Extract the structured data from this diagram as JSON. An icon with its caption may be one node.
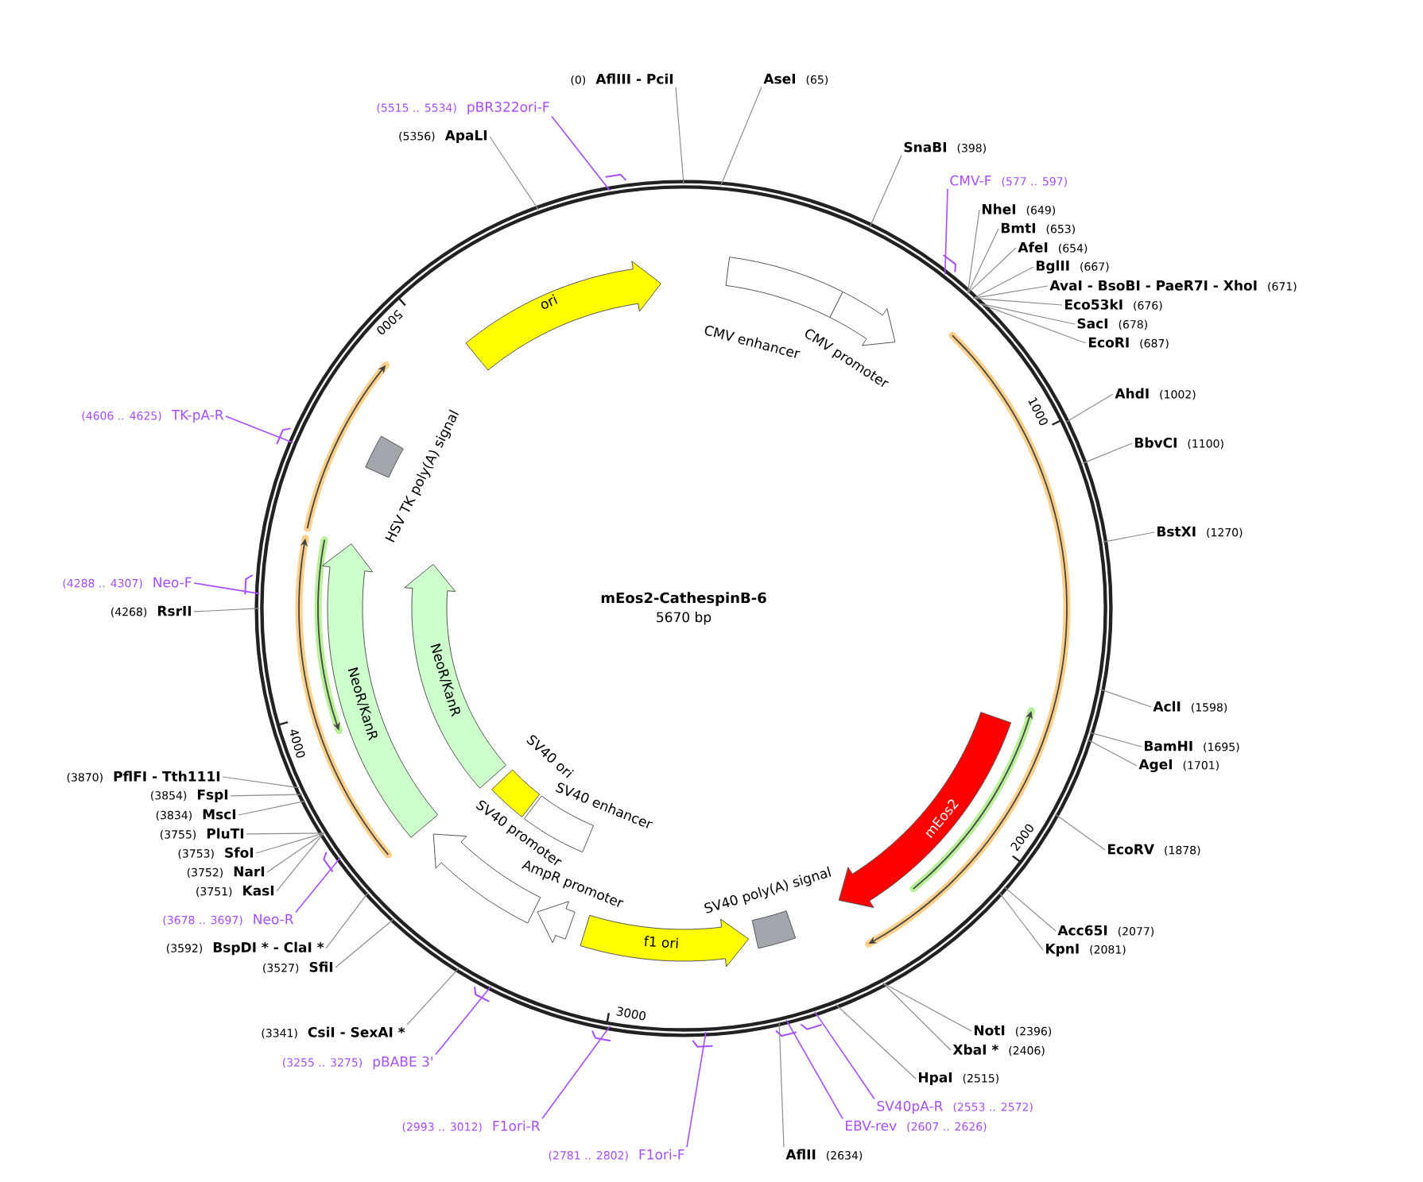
{
  "diagram": {
    "nodes": [
      {
        "text": [
          "mEos2-CathespinB-6",
          "5670 bp"
        ]
      },
      {
        "text": [
          "ori"
        ],
        "in": 0
      },
      {
        "text": [
          "CMV enhancer"
        ],
        "in": 0
      },
      {
        "text": [
          "CMV promoter"
        ],
        "in": 0
      },
      {
        "text": [
          "mEos2"
        ],
        "in": 0
      },
      {
        "text": [
          "SV40 poly(A) signal"
        ],
        "in": 0
      },
      {
        "text": [
          "f1 ori"
        ],
        "in": 0
      },
      {
        "text": [
          "AmpR promoter"
        ],
        "in": 0
      },
      {
        "text": [
          "SV40 promoter"
        ],
        "in": 0
      },
      {
        "text": [
          "SV40 enhancer"
        ],
        "in": 0
      },
      {
        "text": [
          "SV40 ori"
        ],
        "in": 0
      },
      {
        "text": [
          "NeoR/KanR"
        ],
        "in": 0
      },
      {
        "text": [
          "NeoR/KanR"
        ],
        "in": 0
      },
      {
        "text": [
          "HSV TK poly(A) signal"
        ],
        "in": 0
      },
      {
        "text": [
          "(0)",
          "AflIII - PciI"
        ]
      },
      {
        "text": [
          "AseI",
          "(65)"
        ]
      },
      {
        "text": [
          "SnaBI",
          "(398)"
        ]
      },
      {
        "text": [
          "CMV-F",
          "(577 .. 597)"
        ]
      },
      {
        "text": [
          "NheI",
          "(649)"
        ]
      },
      {
        "text": [
          "BmtI",
          "(653)"
        ]
      },
      {
        "text": [
          "AfeI",
          "(654)"
        ]
      },
      {
        "text": [
          "BglII",
          "(667)"
        ]
      },
      {
        "text": [
          "AvaI - BsoBI - PaeR7I - XhoI",
          "(671)"
        ]
      },
      {
        "text": [
          "Eco53kI",
          "(676)"
        ]
      },
      {
        "text": [
          "SacI",
          "(678)"
        ]
      },
      {
        "text": [
          "EcoRI",
          "(687)"
        ]
      },
      {
        "text": [
          "AhdI",
          "(1002)"
        ]
      },
      {
        "text": [
          "BbvCI",
          "(1100)"
        ]
      },
      {
        "text": [
          "BstXI",
          "(1270)"
        ]
      },
      {
        "text": [
          "AclI",
          "(1598)"
        ]
      },
      {
        "text": [
          "BamHI",
          "(1695)"
        ]
      },
      {
        "text": [
          "AgeI",
          "(1701)"
        ]
      },
      {
        "text": [
          "EcoRV",
          "(1878)"
        ]
      },
      {
        "text": [
          "Acc65I",
          "(2077)"
        ]
      },
      {
        "text": [
          "KpnI",
          "(2081)"
        ]
      },
      {
        "text": [
          "NotI",
          "(2396)"
        ]
      },
      {
        "text": [
          "XbaI *",
          "(2406)"
        ]
      },
      {
        "text": [
          "HpaI",
          "(2515)"
        ]
      },
      {
        "text": [
          "SV40pA-R",
          "(2553 .. 2572)"
        ]
      },
      {
        "text": [
          "EBV-rev",
          "(2607 .. 2626)"
        ]
      },
      {
        "text": [
          "AflII",
          "(2634)"
        ]
      },
      {
        "text": [
          "(2781 .. 2802)",
          "F1ori-F"
        ]
      },
      {
        "text": [
          "(2993 .. 3012)",
          "F1ori-R"
        ]
      },
      {
        "text": [
          "(3255 .. 3275)",
          "pBABE 3'"
        ]
      },
      {
        "text": [
          "(3341)",
          "CsiI - SexAI *"
        ]
      },
      {
        "text": [
          "(3527)",
          "SfiI"
        ]
      },
      {
        "text": [
          "(3592)",
          "BspDI * - ClaI *"
        ]
      },
      {
        "text": [
          "(3678 .. 3697)",
          "Neo-R"
        ]
      },
      {
        "text": [
          "(3751)",
          "KasI"
        ]
      },
      {
        "text": [
          "(3752)",
          "NarI"
        ]
      },
      {
        "text": [
          "(3753)",
          "SfoI"
        ]
      },
      {
        "text": [
          "(3755)",
          "PluTI"
        ]
      },
      {
        "text": [
          "(3834)",
          "MscI"
        ]
      },
      {
        "text": [
          "(3854)",
          "FspI"
        ]
      },
      {
        "text": [
          "(3870)",
          "PflFI - Tth111I"
        ]
      },
      {
        "text": [
          "(4268)",
          "RsrII"
        ]
      },
      {
        "text": [
          "(4288 .. 4307)",
          "Neo-F"
        ]
      },
      {
        "text": [
          "(4606 .. 4625)",
          "TK-pA-R"
        ]
      },
      {
        "text": [
          "(5356)",
          "ApaLI"
        ]
      },
      {
        "text": [
          "(5515 .. 5534)",
          "pBR322ori-F"
        ]
      }
    ],
    "edges": [
      {
        "from": 14,
        "to": 0,
        "arrow": "none"
      },
      {
        "from": 15,
        "to": 0,
        "arrow": "none"
      },
      {
        "from": 16,
        "to": 0,
        "arrow": "none"
      },
      {
        "from": 17,
        "to": 0,
        "arrow": "none",
        "color": "#a64dff"
      },
      {
        "from": 18,
        "to": 0,
        "arrow": "none"
      },
      {
        "from": 19,
        "to": 0,
        "arrow": "none"
      },
      {
        "from": 20,
        "to": 0,
        "arrow": "none"
      },
      {
        "from": 21,
        "to": 0,
        "arrow": "none"
      },
      {
        "from": 22,
        "to": 0,
        "arrow": "none"
      },
      {
        "from": 23,
        "to": 0,
        "arrow": "none"
      },
      {
        "from": 24,
        "to": 0,
        "arrow": "none"
      },
      {
        "from": 25,
        "to": 0,
        "arrow": "none"
      },
      {
        "from": 26,
        "to": 0,
        "arrow": "none"
      },
      {
        "from": 27,
        "to": 0,
        "arrow": "none"
      },
      {
        "from": 28,
        "to": 0,
        "arrow": "none"
      },
      {
        "from": 29,
        "to": 0,
        "arrow": "none"
      },
      {
        "from": 30,
        "to": 0,
        "arrow": "none"
      },
      {
        "from": 31,
        "to": 0,
        "arrow": "none"
      },
      {
        "from": 32,
        "to": 0,
        "arrow": "none"
      },
      {
        "from": 33,
        "to": 0,
        "arrow": "none"
      },
      {
        "from": 34,
        "to": 0,
        "arrow": "none"
      },
      {
        "from": 35,
        "to": 0,
        "arrow": "none"
      },
      {
        "from": 36,
        "to": 0,
        "arrow": "none"
      },
      {
        "from": 37,
        "to": 0,
        "arrow": "none"
      },
      {
        "from": 38,
        "to": 0,
        "arrow": "none",
        "color": "#a64dff"
      },
      {
        "from": 39,
        "to": 0,
        "arrow": "none",
        "color": "#a64dff"
      },
      {
        "from": 40,
        "to": 0,
        "arrow": "none"
      },
      {
        "from": 41,
        "to": 0,
        "arrow": "none",
        "color": "#a64dff"
      },
      {
        "from": 42,
        "to": 0,
        "arrow": "none",
        "color": "#a64dff"
      },
      {
        "from": 43,
        "to": 0,
        "arrow": "none",
        "color": "#a64dff"
      },
      {
        "from": 44,
        "to": 0,
        "arrow": "none"
      },
      {
        "from": 45,
        "to": 0,
        "arrow": "none"
      },
      {
        "from": 46,
        "to": 0,
        "arrow": "none"
      },
      {
        "from": 47,
        "to": 0,
        "arrow": "none",
        "color": "#a64dff"
      },
      {
        "from": 48,
        "to": 0,
        "arrow": "none"
      },
      {
        "from": 49,
        "to": 0,
        "arrow": "none"
      },
      {
        "from": 50,
        "to": 0,
        "arrow": "none"
      },
      {
        "from": 51,
        "to": 0,
        "arrow": "none"
      },
      {
        "from": 52,
        "to": 0,
        "arrow": "none"
      },
      {
        "from": 53,
        "to": 0,
        "arrow": "none"
      },
      {
        "from": 54,
        "to": 0,
        "arrow": "none"
      },
      {
        "from": 55,
        "to": 0,
        "arrow": "none"
      },
      {
        "from": 56,
        "to": 0,
        "arrow": "none",
        "color": "#a64dff"
      },
      {
        "from": 57,
        "to": 0,
        "arrow": "none",
        "color": "#a64dff"
      },
      {
        "from": 58,
        "to": 0,
        "arrow": "none"
      },
      {
        "from": 59,
        "to": 0,
        "arrow": "none",
        "color": "#a64dff"
      }
    ],
    "labels": [
      "1000",
      "2000",
      "3000",
      "4000",
      "5000"
    ]
  }
}
